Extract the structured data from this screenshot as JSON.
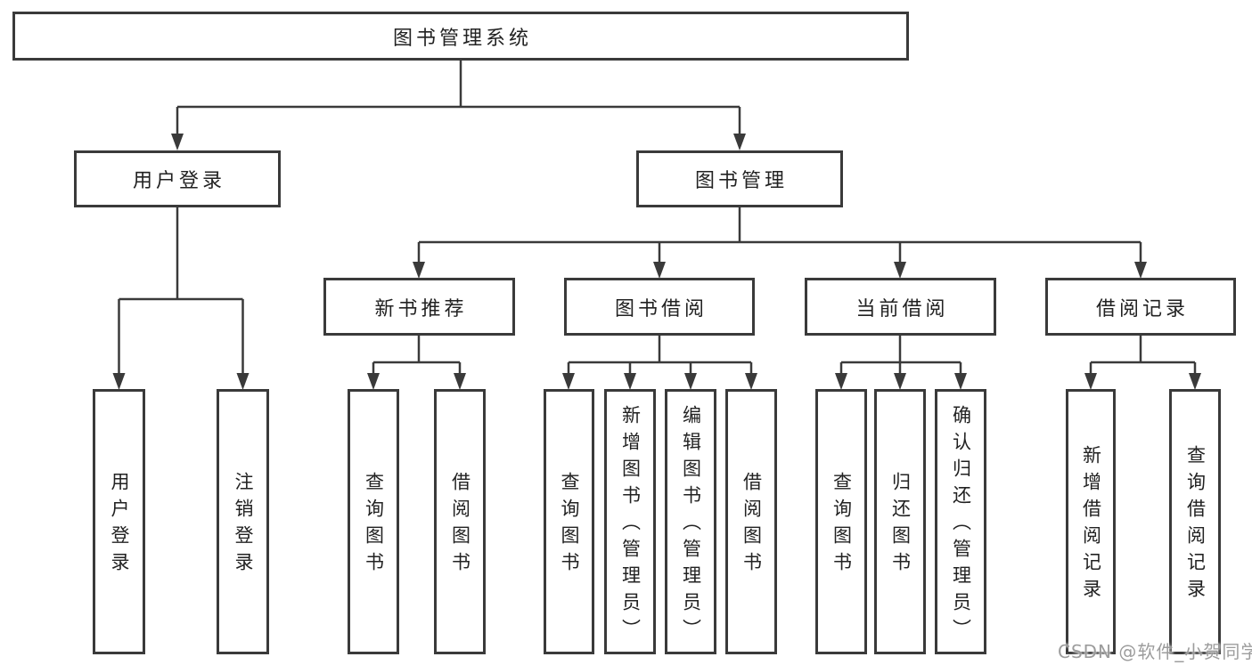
{
  "tree": {
    "label": "图书管理系统",
    "children": [
      {
        "label": "用户登录",
        "children": [
          {
            "label": "用户登录"
          },
          {
            "label": "注销登录"
          }
        ]
      },
      {
        "label": "图书管理",
        "children": [
          {
            "label": "新书推荐",
            "children": [
              {
                "label": "查询图书"
              },
              {
                "label": "借阅图书"
              }
            ]
          },
          {
            "label": "图书借阅",
            "children": [
              {
                "label": "查询图书"
              },
              {
                "label": "新增图书（管理员）"
              },
              {
                "label": "编辑图书（管理员）"
              },
              {
                "label": "借阅图书"
              }
            ]
          },
          {
            "label": "当前借阅",
            "children": [
              {
                "label": "查询图书"
              },
              {
                "label": "归还图书"
              },
              {
                "label": "确认归还（管理员）"
              }
            ]
          },
          {
            "label": "借阅记录",
            "children": [
              {
                "label": "新增借阅记录"
              },
              {
                "label": "查询借阅记录"
              }
            ]
          }
        ]
      }
    ]
  },
  "watermark": "CSDN @软件_小贺同学",
  "colors": {
    "line": "#3a3a3a",
    "text": "#222222",
    "background": "#ffffff",
    "watermark": "#949494"
  }
}
